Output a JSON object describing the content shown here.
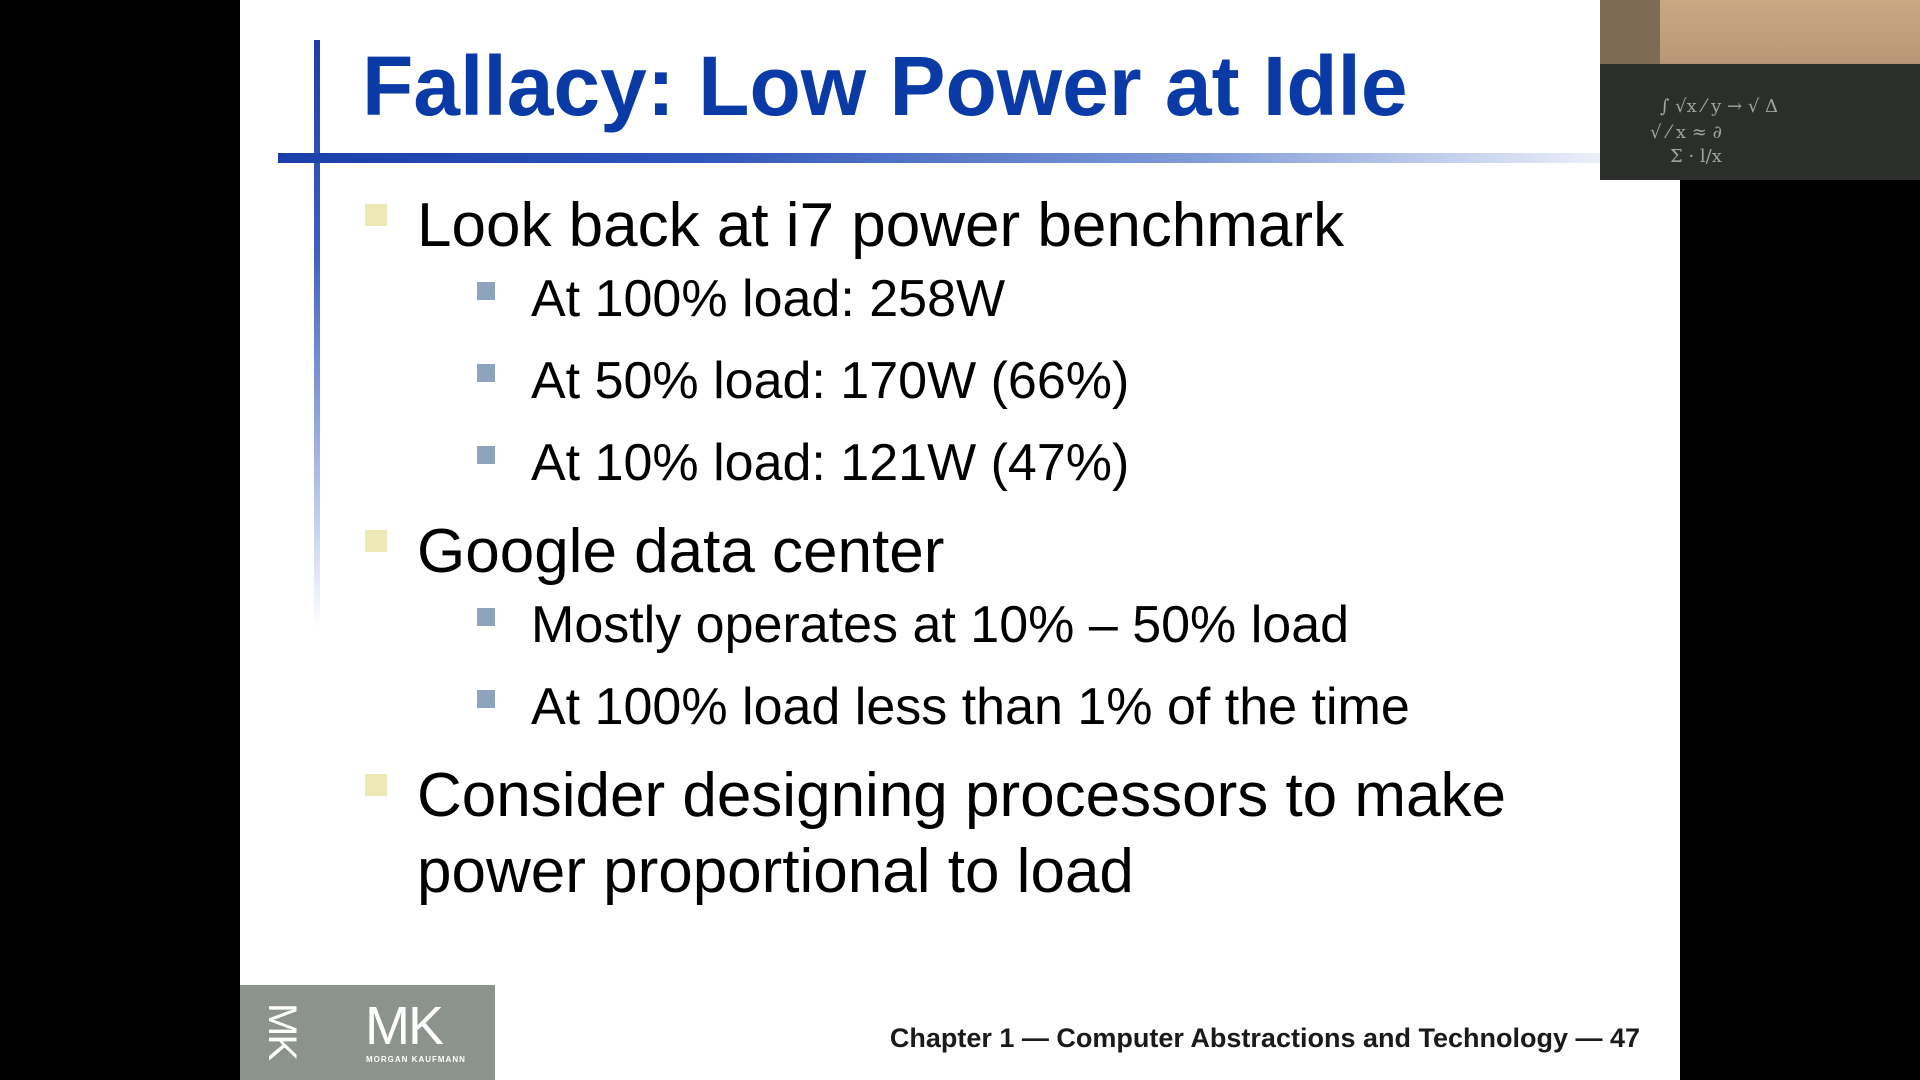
{
  "slide": {
    "title": "Fallacy: Low Power at Idle",
    "bullets": [
      {
        "text": "Look back at i7 power benchmark",
        "sub": [
          "At 100% load: 258W",
          "At 50% load: 170W (66%)",
          "At 10% load: 121W (47%)"
        ]
      },
      {
        "text": "Google data center",
        "sub": [
          "Mostly operates at 10% – 50% load",
          "At 100% load less than 1% of the time"
        ]
      },
      {
        "text": "Consider designing processors to make power proportional to load",
        "sub": []
      }
    ],
    "footer": "Chapter 1 — Computer Abstractions and Technology — 47"
  },
  "logo": {
    "mark": "MK",
    "vertical_mark": "MK",
    "publisher": "MORGAN KAUFMANN"
  },
  "colors": {
    "title": "#0a3aa6",
    "rule": "#1a3fa8",
    "bullet_l1": "#ece9b6",
    "bullet_l2": "#8ba3bb",
    "logo_bg": "#8c938d"
  }
}
